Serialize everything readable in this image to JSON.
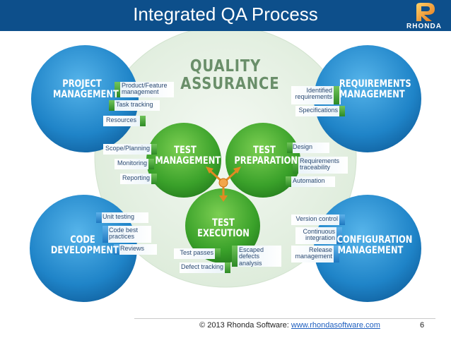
{
  "title": "Integrated QA Process",
  "logo": {
    "word": "RHONDA"
  },
  "center": {
    "line1": "QUALITY",
    "line2": "ASSURANCE"
  },
  "domains": {
    "project": {
      "line1": "PROJECT",
      "line2": "MANAGEMENT"
    },
    "requirements": {
      "line1": "REQUIREMENTS",
      "line2": "MANAGEMENT"
    },
    "code": {
      "line1": "CODE",
      "line2": "DEVELOPMENT"
    },
    "configuration": {
      "line1": "CONFIGURATION",
      "line2": "MANAGEMENT"
    }
  },
  "phases": {
    "test_management": {
      "line1": "TEST",
      "line2": "MANAGEMENT"
    },
    "test_preparation": {
      "line1": "TEST",
      "line2": "PREPARATION"
    },
    "test_execution": {
      "line1": "TEST",
      "line2": "EXECUTION"
    }
  },
  "tags": {
    "product_feature": "Product/Feature management",
    "task_tracking": "Task tracking",
    "resources": "Resources",
    "identified_requirements": "Identified requirements",
    "specifications": "Specifications",
    "scope_planning": "Scope/Planning",
    "monitoring": "Monitoring",
    "reporting": "Reporting",
    "design": "Design",
    "requirements_traceability": "Requirements traceability",
    "automation": "Automation",
    "unit_testing": "Unit testing",
    "code_best_practices": "Code best practices",
    "reviews": "Reviews",
    "version_control": "Version control",
    "continuous_integration": "Continuous integration",
    "release_management": "Release management",
    "test_passes": "Test passes",
    "escaped_defects_analysis": "Escaped defects analysis",
    "defect_tracking": "Defect tracking"
  },
  "footer": {
    "copyright": "© 2013 Rhonda Software: ",
    "link": "www.rhondasoftware.com",
    "page": "6"
  },
  "colors": {
    "header": "#0d4f8b",
    "blue_circle": "#1f84c8",
    "green_circle": "#3aa12a",
    "center_circle": "#e6f1e4",
    "tag_green": "#3f9e34",
    "tag_blue": "#2f8fd2",
    "arrow": "#e8902a"
  }
}
